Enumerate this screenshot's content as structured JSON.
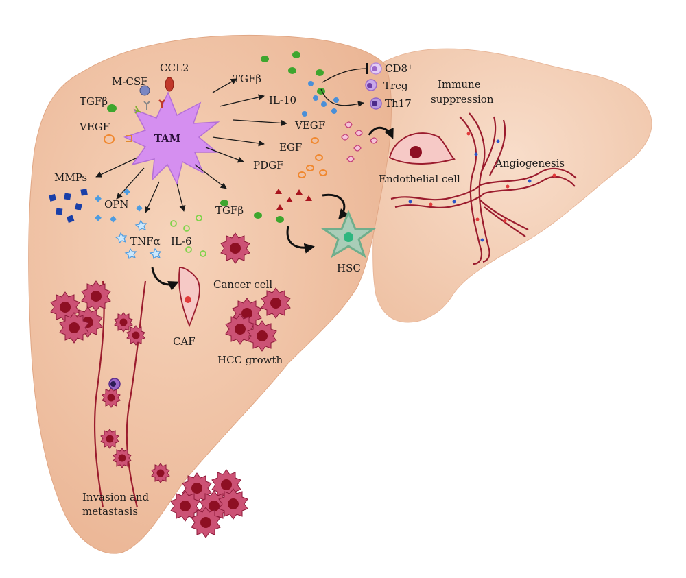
{
  "labels": {
    "tam": "TAM",
    "ccl2": "CCL2",
    "mcsf": "M-CSF",
    "tgfb_left": "TGFβ",
    "vegf_left": "VEGF",
    "mmps": "MMPs",
    "opn": "OPN",
    "tnfa": "TNFα",
    "il6": "IL-6",
    "tgfb_mid": "TGFβ",
    "tgfb_top": "TGFβ",
    "il10": "IL-10",
    "vegf_right": "VEGF",
    "egf": "EGF",
    "pdgf": "PDGF",
    "cd8": "CD8⁺",
    "treg": "Treg",
    "th17": "Th17",
    "immune_line1": "Immune",
    "immune_line2": "suppression",
    "angiogenesis": "Angiogenesis",
    "endothelial": "Endothelial cell",
    "hsc": "HSC",
    "caf": "CAF",
    "cancer_cell": "Cancer cell",
    "hcc_growth": "HCC growth",
    "invasion_line1": "Invasion and",
    "invasion_line2": "metastasis"
  },
  "colors": {
    "liver_left": "#f1c6a8",
    "liver_right": "#f4d2bc",
    "tam": "#d58ff0",
    "cancer": "#c9506f",
    "nucleus": "#8e0f23",
    "vessel": "#9b1c2e",
    "tgfb": "#3ea62e",
    "il10_dot": "#4a8fd8",
    "mmps": "#1a3fa8",
    "opn": "#4e9ce0",
    "pdgf": "#f0882f",
    "triangle": "#a8141e",
    "hsc_star": "#6fae8c",
    "immune_cell": "#b587d9"
  }
}
